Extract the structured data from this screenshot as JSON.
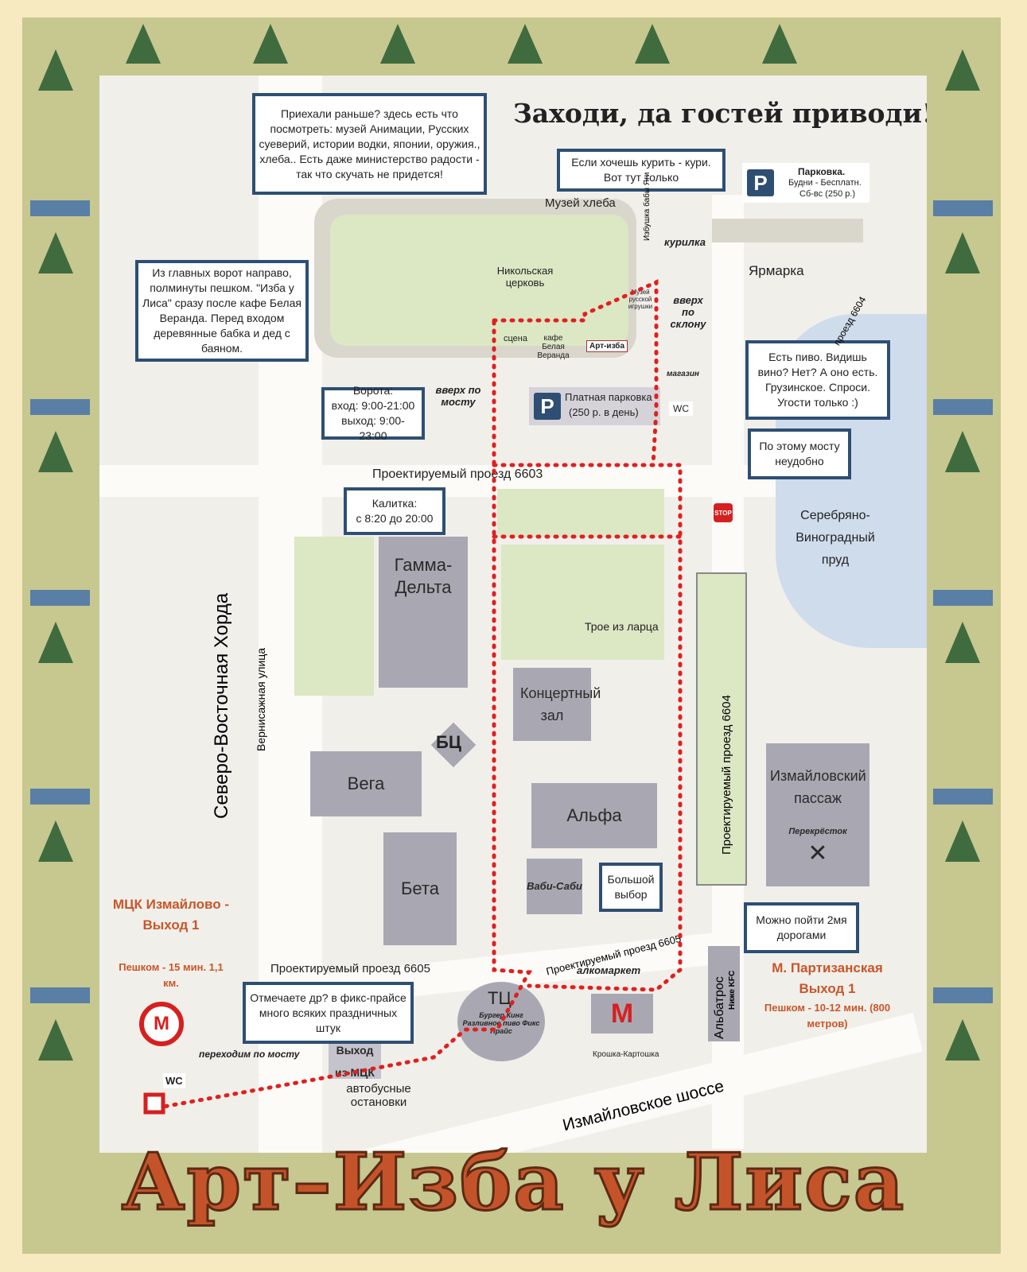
{
  "heading": "Заходи, да гостей приводи!",
  "title": "Арт–Изба у Лиса",
  "callouts": {
    "early": "Приехали раньше? здесь есть что посмотреть: музей Анимации, Русских суеверий, истории водки, японии, оружия., хлеба.. Есть даже министерство радости - так что скучать не придется!",
    "smoke": "Если хочешь курить - кури. Вот тут только",
    "gate_dir": "Из главных ворот направо, полминуты пешком. \"Изба у Лиса\" сразу после кафе Белая Веранда. Перед входом деревянные бабка и дед с баяном.",
    "beer": "Есть пиво. Видишь вино? Нет? А оно есть. Грузинское. Спроси. Угости только :)",
    "gates_title": "Ворота:",
    "gates_in": "вход: 9:00-21:00",
    "gates_out": "выход: 9:00-23:00",
    "bridge": "По этому мосту неудобно",
    "wicket_title": "Калитка:",
    "wicket_hours": "с 8:20 до 20:00",
    "choice": "Большой выбор",
    "two_roads": "Можно пойти 2мя дорогами",
    "bday": "Отмечаете др? в фикс-прайсе много всяких праздничных штук"
  },
  "parking": {
    "title": "Парковка.",
    "weekday": "Будни - Бесплатн.",
    "weekend": "Сб-вс (250 р.)",
    "paid": "Платная парковка",
    "paid_price": "(250 р. в день)",
    "icon": "P"
  },
  "places": {
    "bread": "Музей хлеба",
    "izbushka": "Избушка бабы Яги",
    "kurilka": "курилка",
    "yarmarka": "Ярмарка",
    "church": "Никольская церковь",
    "museum": "Музей русской игрушки",
    "up_slope": "вверх по склону",
    "shop": "магазин",
    "wc": "WC",
    "stage": "сцена",
    "cafe": "кафе Белая Веранда",
    "art_izba": "Арт-изба",
    "up_bridge": "вверх по мосту",
    "gamma": "Гамма-Дельта",
    "troe": "Трое из ларца",
    "pond": "Серебряно-Виноградный пруд",
    "concert": "Концертный зал",
    "bc": "БЦ",
    "vega": "Вега",
    "alfa": "Альфа",
    "beta": "Бета",
    "izm_passage": "Измайловский пассаж",
    "perekrestok": "Перекрёсток",
    "vabi": "Ваби-Саби",
    "alko": "алкомаркет",
    "tc": "ТЦ",
    "tc_desc": "Бургер Кинг Разливное пиво Фикс Прайс",
    "kroshka": "Крошка-Картошка",
    "albatros": "Альбатрос",
    "kfc": "Ниже KFC",
    "bus": "автобусные остановки",
    "mck_exit": "Выход из МЦК",
    "cross_bridge": "переходим по мосту",
    "metro": "М",
    "stop": "STOP"
  },
  "streets": {
    "p6603": "Проектируемый проезд 6603",
    "p6604": "Проектируемый проезд 6604",
    "p6604b": "проезд 6604",
    "p6605a": "Проектируемый проезд 6605",
    "p6605b": "Проектируемый проезд 6605",
    "hord": "Северо-Восточная Хорда",
    "vernis": "Вернисажная улица",
    "shosse": "Измайловское шоссе"
  },
  "mck": {
    "name": "МЦК Измайлово - Выход 1",
    "walk": "Пешком - 15 мин. 1,1 км."
  },
  "partizan": {
    "name": "М. Партизанская Выход 1",
    "walk": "Пешком - 10-12 мин. (800 метров)"
  },
  "colors": {
    "route": "#e02020",
    "callout_border": "#2e4f73",
    "orange": "#c8562a",
    "building": "#a9a8b2",
    "green": "#dce7c4"
  }
}
